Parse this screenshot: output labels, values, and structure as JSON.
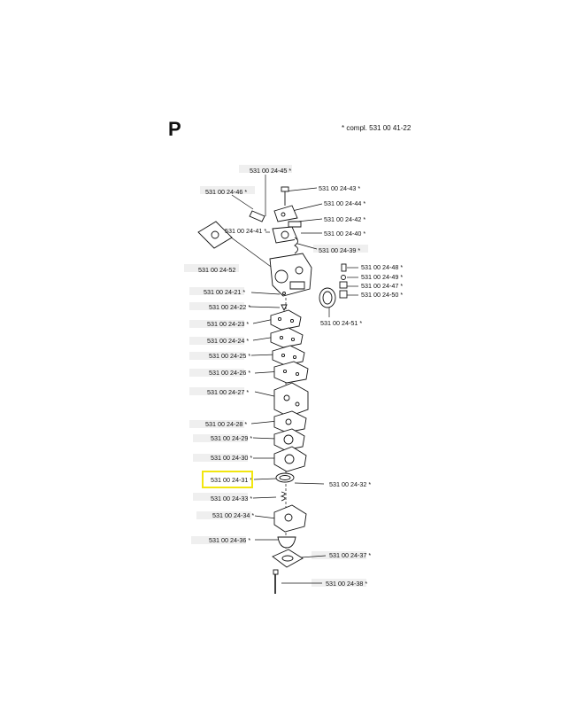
{
  "section": "P",
  "note": "*  compl. 531 00 41-22",
  "parts": [
    {
      "id": "p45",
      "number": "531 00 24-45",
      "star": "*"
    },
    {
      "id": "p43",
      "number": "531 00 24-43",
      "star": "*"
    },
    {
      "id": "p46",
      "number": "531 00 24-46",
      "star": "*"
    },
    {
      "id": "p44",
      "number": "531 00 24-44",
      "star": "*"
    },
    {
      "id": "p42",
      "number": "531 00 24-42",
      "star": "*"
    },
    {
      "id": "p41",
      "number": "531 00 24-41",
      "star": "*"
    },
    {
      "id": "p40",
      "number": "531 00 24-40",
      "star": "*"
    },
    {
      "id": "p39",
      "number": "531 00 24-39",
      "star": "*"
    },
    {
      "id": "p52",
      "number": "531 00 24-52",
      "star": ""
    },
    {
      "id": "p48",
      "number": "531 00 24-48",
      "star": "*"
    },
    {
      "id": "p49",
      "number": "531 00 24-49",
      "star": "*"
    },
    {
      "id": "p47",
      "number": "531 00 24-47",
      "star": "*"
    },
    {
      "id": "p50",
      "number": "531 00 24-50",
      "star": "*"
    },
    {
      "id": "p21",
      "number": "531 00 24-21",
      "star": "*"
    },
    {
      "id": "p22",
      "number": "531 00 24-22",
      "star": "*"
    },
    {
      "id": "p51",
      "number": "531 00 24-51",
      "star": "*"
    },
    {
      "id": "p23",
      "number": "531 00 24-23",
      "star": "*"
    },
    {
      "id": "p24",
      "number": "531 00 24-24",
      "star": "*"
    },
    {
      "id": "p25",
      "number": "531 00 24-25",
      "star": "*"
    },
    {
      "id": "p26",
      "number": "531 00 24-26",
      "star": "*"
    },
    {
      "id": "p27",
      "number": "531 00 24-27",
      "star": "*"
    },
    {
      "id": "p28",
      "number": "531 00 24-28",
      "star": "*"
    },
    {
      "id": "p29",
      "number": "531 00 24-29",
      "star": "*"
    },
    {
      "id": "p30",
      "number": "531 00 24-30",
      "star": "*"
    },
    {
      "id": "p31",
      "number": "531 00 24-31",
      "star": "*",
      "highlighted": true
    },
    {
      "id": "p32",
      "number": "531 00 24-32",
      "star": "*"
    },
    {
      "id": "p33",
      "number": "531 00 24-33",
      "star": "*"
    },
    {
      "id": "p34",
      "number": "531 00 24-34",
      "star": "*"
    },
    {
      "id": "p36",
      "number": "531 00 24-36",
      "star": "*"
    },
    {
      "id": "p37",
      "number": "531 00 24-37",
      "star": "*"
    },
    {
      "id": "p38",
      "number": "531 00 24-38",
      "star": "*"
    }
  ],
  "colors": {
    "highlight": "#f2e60f",
    "ink": "#111111",
    "ghost": "#efefef"
  }
}
